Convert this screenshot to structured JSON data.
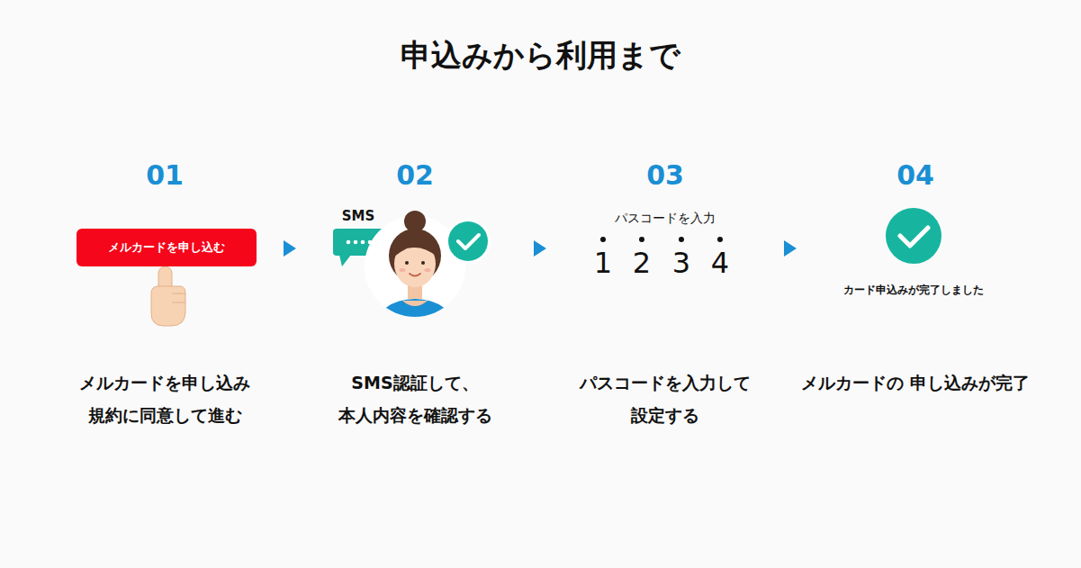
{
  "diagram": {
    "title": "申込みから利用まで",
    "nodes": [
      {
        "text": [
          "01",
          "メルカードを申し込み 規約に同意して進む"
        ]
      },
      {
        "text": [
          "メルカードを申し込む"
        ],
        "in": 0
      },
      {
        "text": [
          "02",
          "SMS",
          "SMS認証して、 本人内容を確認する"
        ]
      },
      {
        "text": [
          "03",
          "パスコードを入力",
          "1",
          "2",
          "3",
          "4",
          "パスコードを入力して 設定する"
        ]
      },
      {
        "text": [
          "04",
          "カード申込みが完了しました",
          "メルカードの 申し込みが完了"
        ]
      }
    ],
    "edges": [
      {
        "from": 0,
        "to": 2,
        "arrow": "to"
      },
      {
        "from": 2,
        "to": 3,
        "arrow": "to"
      },
      {
        "from": 3,
        "to": 4,
        "arrow": "to"
      }
    ]
  }
}
